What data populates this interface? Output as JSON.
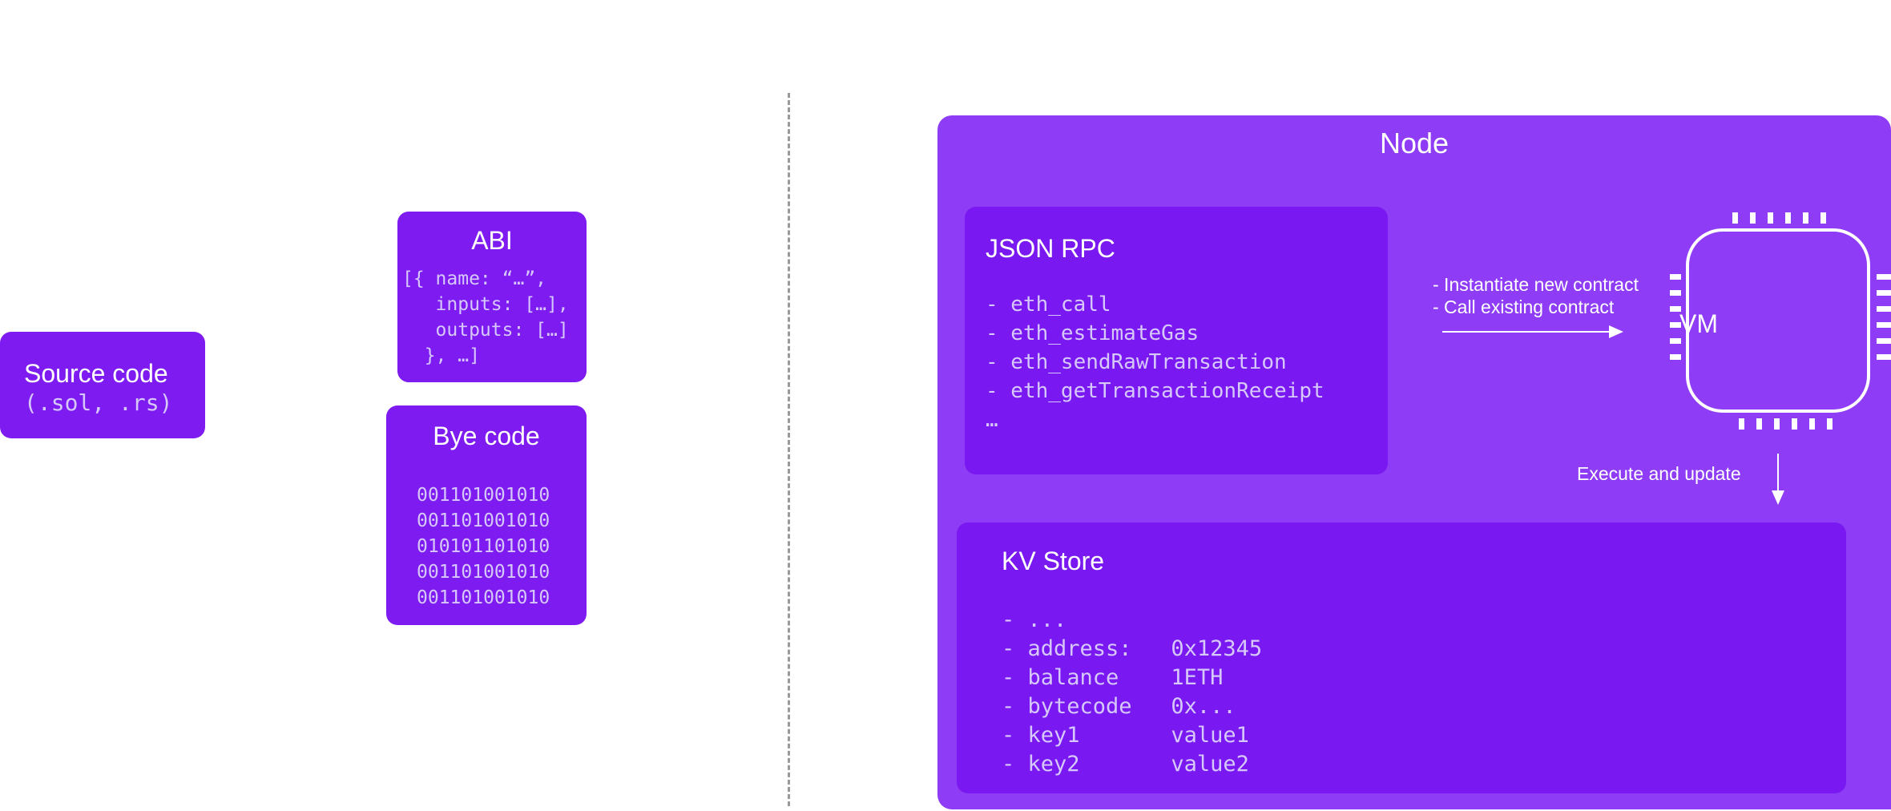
{
  "source": {
    "title": "Source code",
    "subtitle": "(.sol, .rs)"
  },
  "abi": {
    "title": "ABI",
    "code": "[{ name: “…”,\n   inputs: […],\n   outputs: […]\n  }, …]"
  },
  "bytecode": {
    "title": "Bye code",
    "code": "001101001010\n001101001010\n010101101010\n001101001010\n001101001010"
  },
  "node": {
    "title": "Node",
    "rpc": {
      "title": "JSON RPC",
      "code": "- eth_call\n- eth_estimateGas\n- eth_sendRawTransaction\n- eth_getTransactionReceipt\n…"
    },
    "notes": {
      "instantiate": "- Instantiate new contract",
      "call": "- Call existing contract",
      "execute": "Execute and update"
    },
    "vm": {
      "label": "VM"
    },
    "kv": {
      "title": "KV Store",
      "code": "- ...\n- address:   0x12345\n- balance    1ETH\n- bytecode   0x...\n- key1       value1\n- key2       value2"
    }
  },
  "colors": {
    "box": "#7e1bf1",
    "node": "#8e3cf5",
    "inner": "#7918f0",
    "code_text": "#d6c8fb"
  }
}
